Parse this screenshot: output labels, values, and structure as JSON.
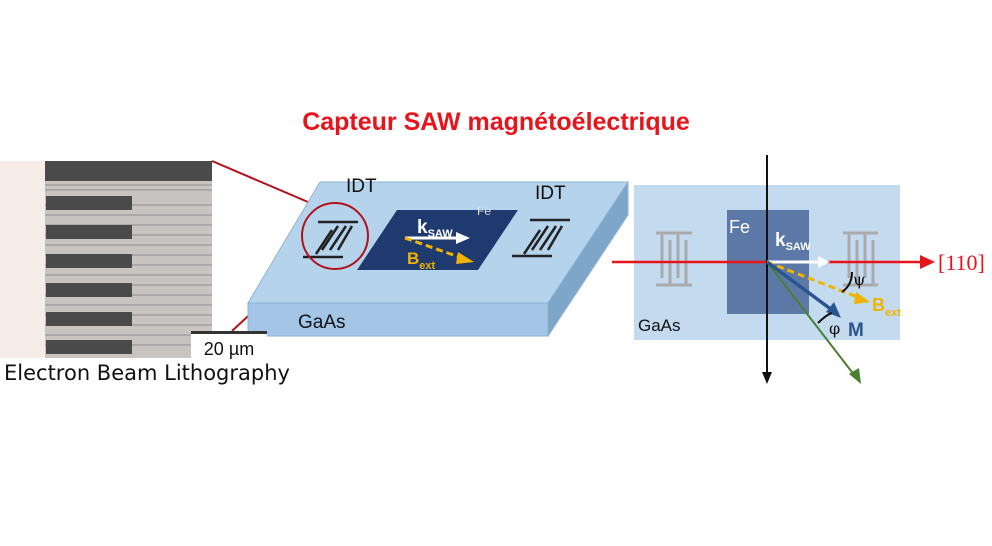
{
  "title": "Capteur SAW magnétoélectrique",
  "micrograph": {
    "scale_label": "20 µm",
    "caption": "Electron Beam Lithography"
  },
  "device": {
    "idt_left": "IDT",
    "idt_right": "IDT",
    "film": "Fe",
    "substrate": "GaAs",
    "k_main": "k",
    "k_sub": "SAW",
    "b_main": "B",
    "b_sub": "ext"
  },
  "topview": {
    "film": "Fe",
    "substrate": "GaAs",
    "k_main": "k",
    "k_sub": "SAW",
    "b_main": "B",
    "b_sub": "ext",
    "m_label": "M",
    "psi": "ψ",
    "phi": "φ",
    "axis_110": "[110]"
  },
  "colors": {
    "title": "#e8141b",
    "bext": "#f0b400",
    "m": "#2a5590",
    "axis": "#e8141b",
    "diag": "#4a8030"
  }
}
